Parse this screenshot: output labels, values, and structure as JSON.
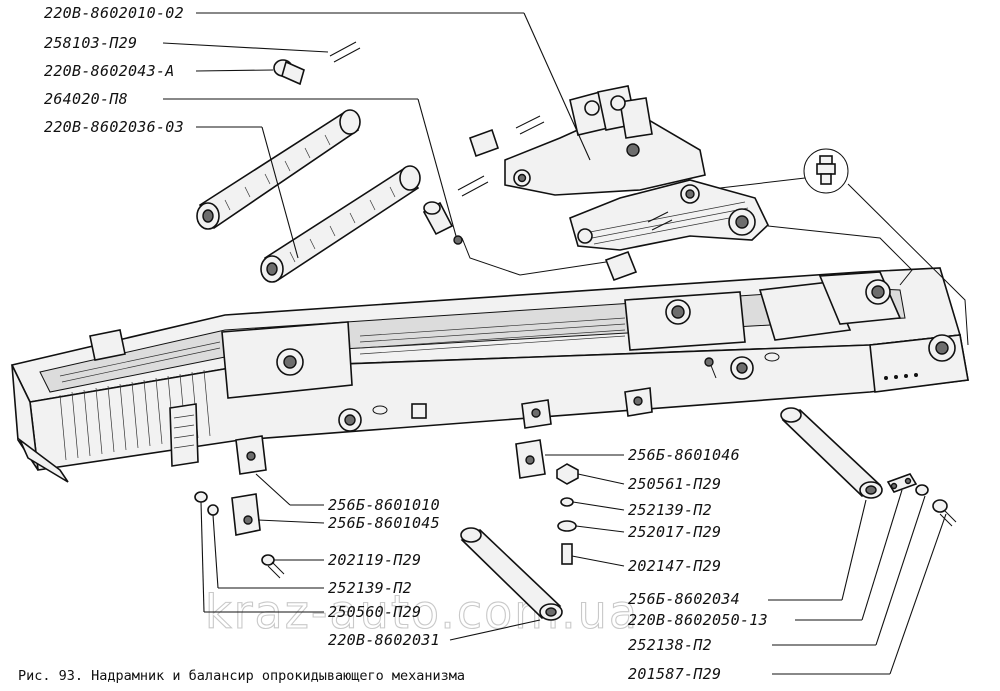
{
  "figure": {
    "caption": "Рис. 93. Надрамник и балансир опрокидывающего механизма",
    "watermark": "kraz-auto.com.ua"
  },
  "callouts": [
    {
      "id": "c01",
      "text": "220В-8602010-02"
    },
    {
      "id": "c02",
      "text": "258103-П29"
    },
    {
      "id": "c03",
      "text": "220В-8602043-А"
    },
    {
      "id": "c04",
      "text": "264020-П8"
    },
    {
      "id": "c05",
      "text": "220В-8602036-03"
    },
    {
      "id": "c06",
      "text": "256Б-8601046"
    },
    {
      "id": "c07",
      "text": "250561-П29"
    },
    {
      "id": "c08",
      "text": "252139-П2"
    },
    {
      "id": "c09",
      "text": "252017-П29"
    },
    {
      "id": "c10",
      "text": "202147-П29"
    },
    {
      "id": "c11",
      "text": "256Б-8601010"
    },
    {
      "id": "c12",
      "text": "256Б-8601045"
    },
    {
      "id": "c13",
      "text": "202119-П29"
    },
    {
      "id": "c14",
      "text": "252139-П2"
    },
    {
      "id": "c15",
      "text": "250560-П29"
    },
    {
      "id": "c16",
      "text": "220В-8602031"
    },
    {
      "id": "c17",
      "text": "256Б-8602034"
    },
    {
      "id": "c18",
      "text": "220В-8602050-13"
    },
    {
      "id": "c19",
      "text": "252138-П2"
    },
    {
      "id": "c20",
      "text": "201587-П29"
    }
  ]
}
